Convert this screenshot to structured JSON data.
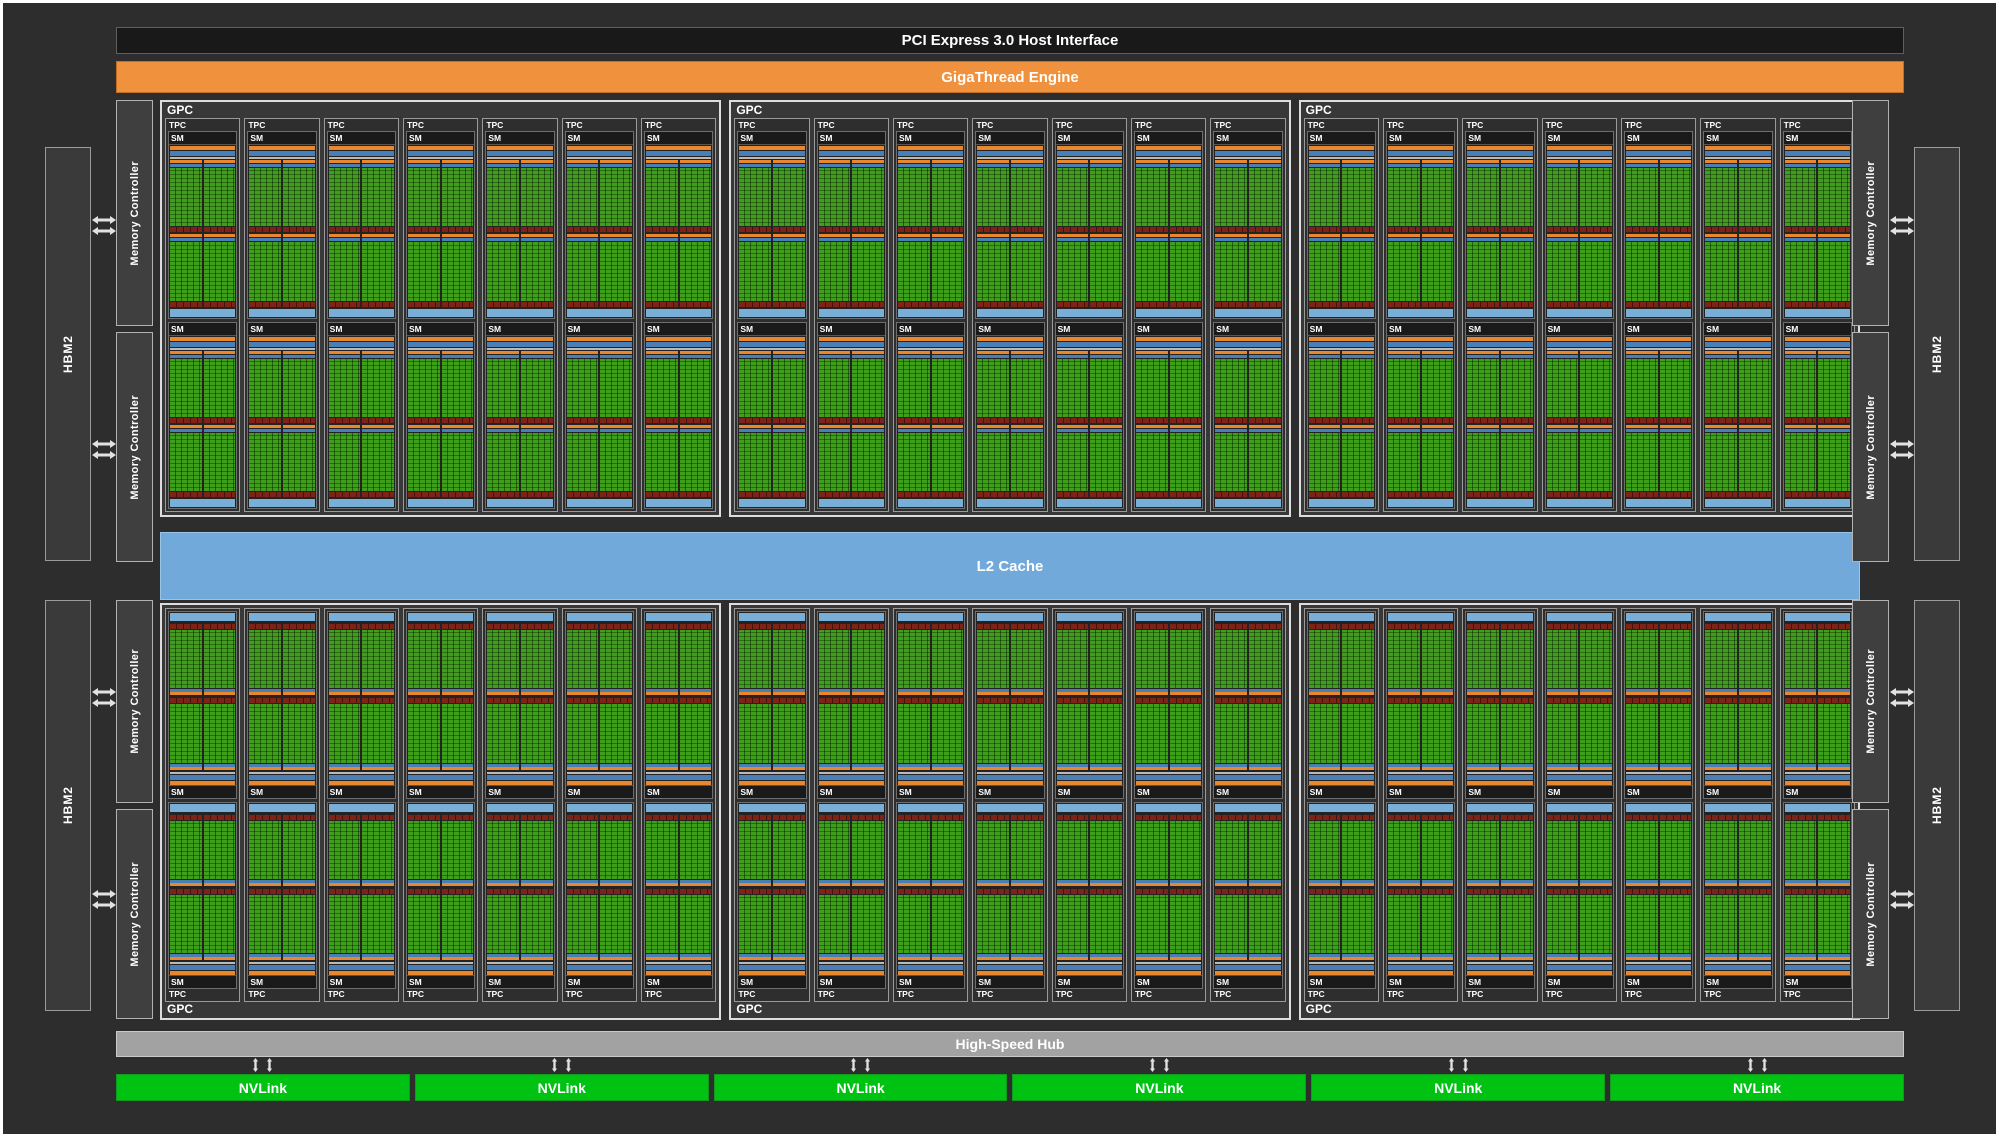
{
  "labels": {
    "pcie": "PCI Express 3.0 Host Interface",
    "gigathread": "GigaThread Engine",
    "gpc": "GPC",
    "tpc": "TPC",
    "sm": "SM",
    "l2": "L2 Cache",
    "hub": "High-Speed Hub",
    "nvlink": "NVLink",
    "memory_controller": "Memory Controller",
    "hbm2": "HBM2"
  },
  "counts": {
    "gpc_columns": 3,
    "gpc_rows": 2,
    "tpc_per_gpc": 7,
    "sm_per_tpc": 2,
    "processing_blocks_per_sm": 4,
    "memory_controllers_per_side": 4,
    "hbm2_stacks_per_side": 2,
    "nvlink_links": 6
  },
  "colors": {
    "background": "#2d2d2d",
    "pcie_bar": "#191919",
    "gigathread_orange": "#f0913d",
    "l2_blue": "#71a9da",
    "hub_gray": "#a2a2a2",
    "nvlink_green": "#00c213",
    "sm_core_green": "#3f9e1b",
    "register_blue": "#4a7fb5",
    "scheduler_orange": "#e8872e",
    "texture_maroon": "#7d2317",
    "l1_lightblue": "#79aed7"
  }
}
